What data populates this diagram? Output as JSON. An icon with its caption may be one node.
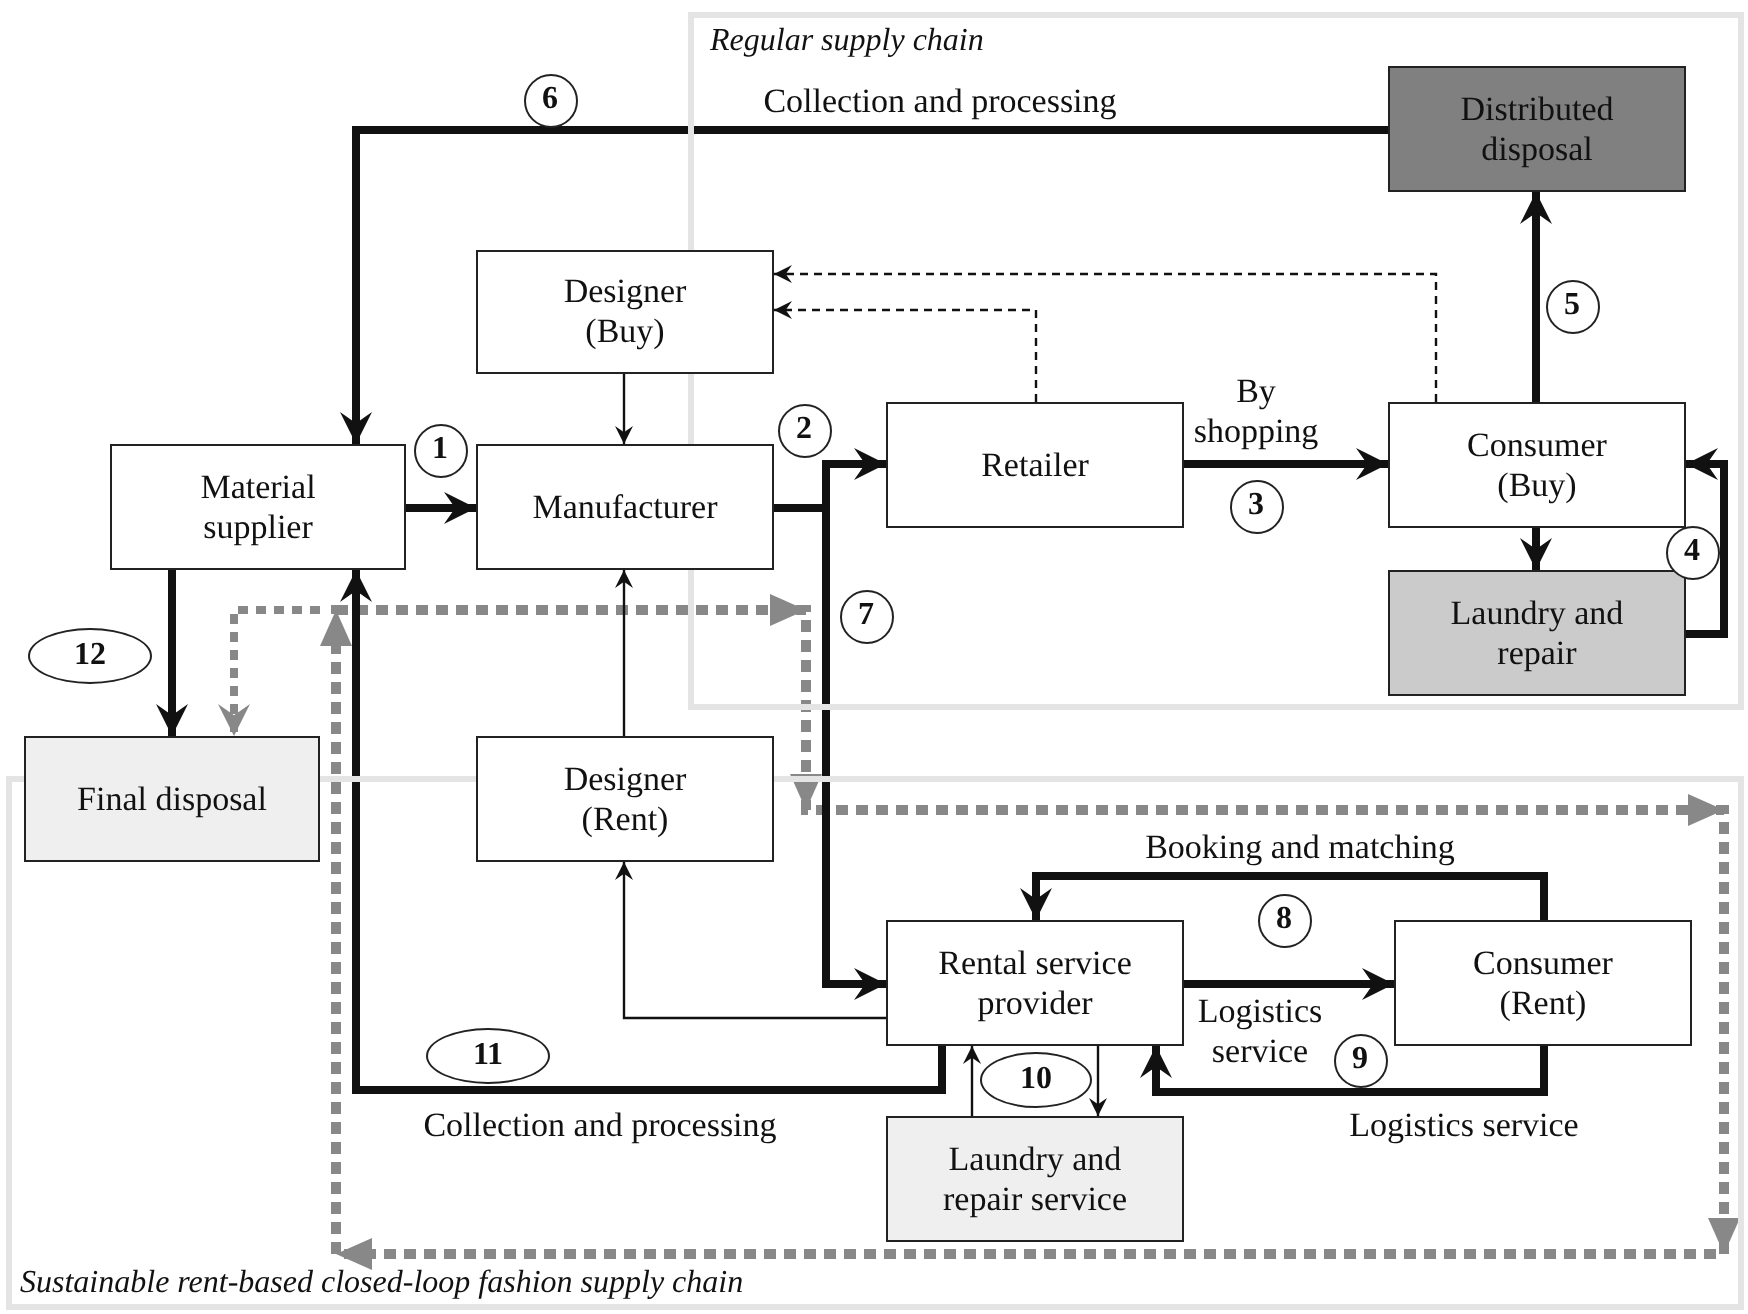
{
  "diagram": {
    "nodes": [
      {
        "text": [
          "Regular supply chain"
        ]
      },
      {
        "text": [
          "Sustainable rent-based closed-loop fashion supply chain"
        ]
      },
      {
        "text": [
          "Material supplier"
        ]
      },
      {
        "text": [
          "Designer (Buy)"
        ]
      },
      {
        "text": [
          "Manufacturer"
        ]
      },
      {
        "text": [
          "Retailer"
        ],
        "in": 0
      },
      {
        "text": [
          "Consumer (Buy)"
        ],
        "in": 0
      },
      {
        "text": [
          "Distributed disposal"
        ],
        "in": 0
      },
      {
        "text": [
          "Laundry and repair"
        ],
        "in": 0
      },
      {
        "text": [
          "Final disposal"
        ]
      },
      {
        "text": [
          "Designer (Rent)"
        ]
      },
      {
        "text": [
          "Rental service provider"
        ],
        "in": 1
      },
      {
        "text": [
          "Consumer (Rent)"
        ],
        "in": 1
      },
      {
        "text": [
          "Laundry and repair service"
        ],
        "in": 1
      }
    ],
    "edges": [
      {
        "from": 2,
        "to": 4,
        "arrow": "to"
      },
      {
        "from": 4,
        "to": 5,
        "arrow": "to"
      },
      {
        "from": 4,
        "to": 11,
        "arrow": "to"
      },
      {
        "from": 5,
        "to": 6,
        "arrow": "to",
        "label": "By shopping"
      },
      {
        "from": 6,
        "to": 8,
        "arrow": "to"
      },
      {
        "from": 8,
        "to": 6,
        "arrow": "to"
      },
      {
        "from": 6,
        "to": 7,
        "arrow": "to"
      },
      {
        "from": 7,
        "to": 2,
        "arrow": "to",
        "label": "Collection and processing"
      },
      {
        "from": 5,
        "to": 3,
        "arrow": "to",
        "style": "dashed"
      },
      {
        "from": 6,
        "to": 3,
        "arrow": "to",
        "style": "dashed"
      },
      {
        "from": 3,
        "to": 4,
        "arrow": "to"
      },
      {
        "from": 10,
        "to": 4,
        "arrow": "to"
      },
      {
        "from": 11,
        "to": 10,
        "arrow": "to"
      },
      {
        "from": 11,
        "to": 2,
        "arrow": "to",
        "label": "Collection and processing"
      },
      {
        "from": 12,
        "to": 11,
        "arrow": "to",
        "label": "Booking and matching"
      },
      {
        "from": 11,
        "to": 12,
        "arrow": "to",
        "label": "Logistics service"
      },
      {
        "from": 12,
        "to": 11,
        "arrow": "to",
        "label": "Logistics service"
      },
      {
        "from": 11,
        "to": 13,
        "arrow": "to"
      },
      {
        "from": 13,
        "to": 11,
        "arrow": "to"
      },
      {
        "from": 2,
        "to": 9,
        "arrow": "to"
      },
      {
        "from": null,
        "to": 9,
        "arrow": "to",
        "style": "dashed",
        "color": "#888888"
      }
    ],
    "labels": [
      "1",
      "2",
      "3",
      "4",
      "5",
      "6",
      "7",
      "8",
      "9",
      "10",
      "11",
      "12"
    ]
  }
}
